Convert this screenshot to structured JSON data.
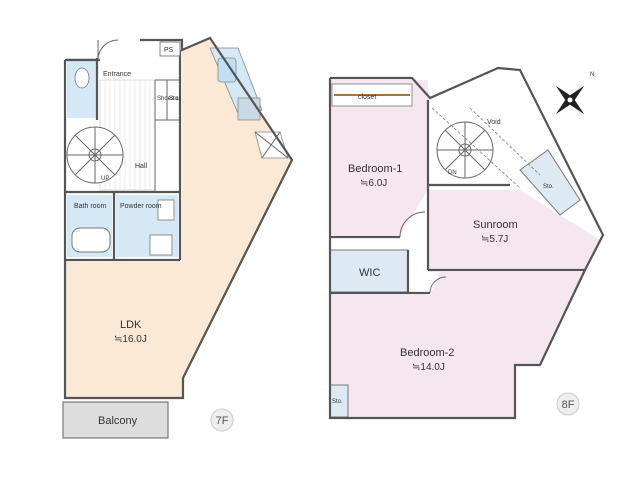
{
  "floor_7f": {
    "label": "7F",
    "rooms": {
      "entrance": "Entrance",
      "ps": "PS",
      "shoes_closet": "Shoes cl.",
      "storage": "Sto.",
      "hall": "Hall",
      "stair_up": "UP",
      "bathroom": "Bath room",
      "powder_room": "Powder room",
      "ldk_name": "LDK",
      "ldk_size": "≒16.0J",
      "balcony": "Balcony"
    }
  },
  "floor_8f": {
    "label": "8F",
    "rooms": {
      "closet": "closet",
      "void": "Void",
      "stair_dn": "DN",
      "bedroom1_name": "Bedroom-1",
      "bedroom1_size": "≒6.0J",
      "storage_right": "Sto.",
      "sunroom_name": "Sunroom",
      "sunroom_size": "≒5.7J",
      "wic": "WIC",
      "bedroom2_name": "Bedroom-2",
      "bedroom2_size": "≒14.0J",
      "storage_left": "Sto."
    }
  },
  "compass": {
    "north_label": "N"
  },
  "colors": {
    "ldk": "#fbe9d6",
    "bedroom": "#f6e6ef",
    "wet": "#d5e8f5",
    "balcony": "#dddddd",
    "hall": "#ffffff",
    "wall": "#555555"
  }
}
